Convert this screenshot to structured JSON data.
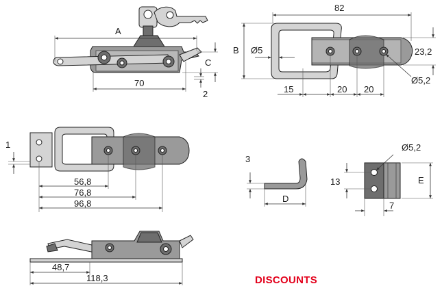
{
  "dimensions": {
    "view_top": {
      "A": "A",
      "C": "C",
      "d70": "70",
      "d2": "2"
    },
    "view_plan": {
      "d82": "82",
      "B": "B",
      "d5": "Ø5",
      "d23_2": "23,2",
      "d15": "15",
      "d20a": "20",
      "d20b": "20",
      "d5_2": "Ø5,2"
    },
    "view_left": {
      "d1": "1",
      "d56_8": "56,8",
      "d76_8": "76,8",
      "d96_8": "96,8"
    },
    "view_hook": {
      "d3": "3",
      "D": "D"
    },
    "view_plate": {
      "d5_2": "Ø5,2",
      "d13": "13",
      "E": "E",
      "d7": "7"
    },
    "view_bottom": {
      "d48_7": "48,7",
      "d118_3": "118,3"
    }
  },
  "footer": {
    "discounts": "DISCOUNTS"
  },
  "colors": {
    "accent": "#e3001b",
    "metal": "#9a9a9a"
  }
}
